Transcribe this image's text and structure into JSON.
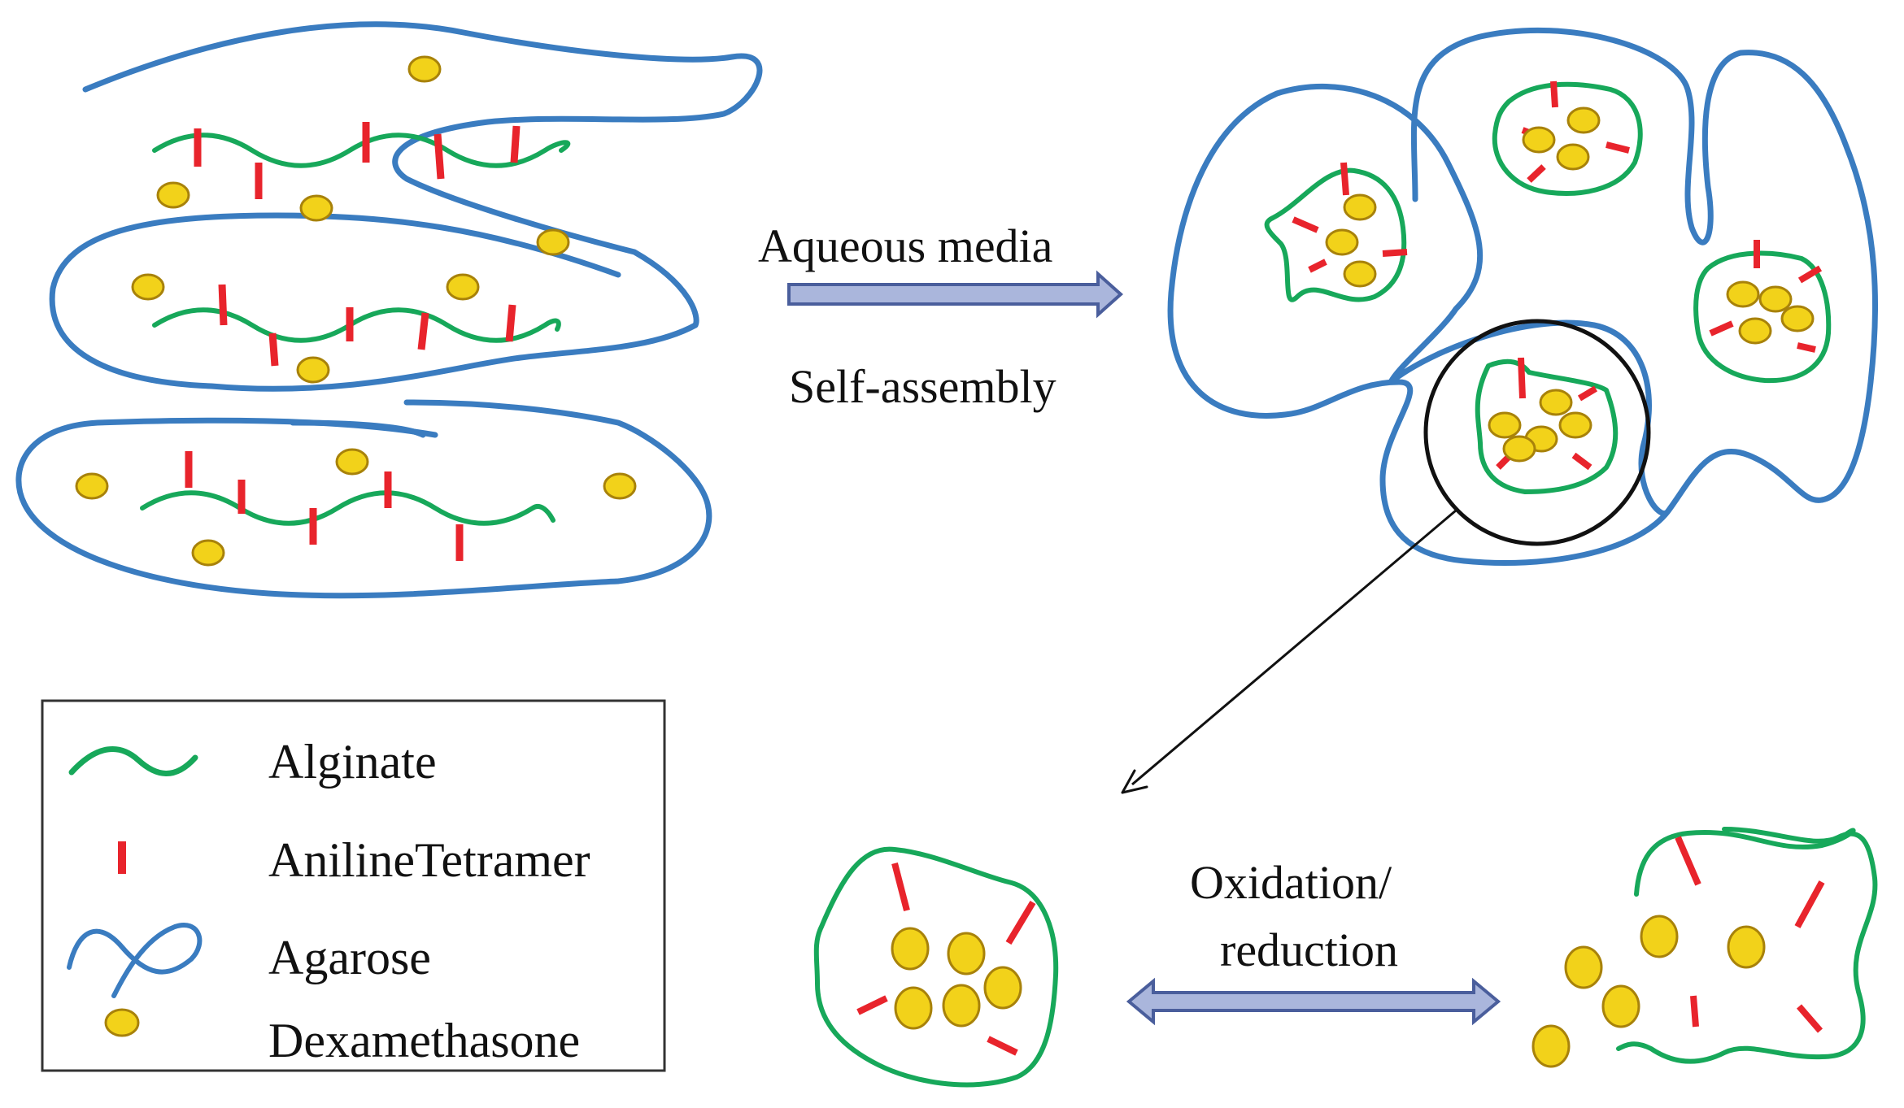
{
  "colors": {
    "alginate": "#17a85a",
    "aniline_tetramer": "#e8242c",
    "agarose": "#3a7cc0",
    "dexamethasone_fill": "#f2d21a",
    "dexamethasone_stroke": "#a8820a",
    "arrow_fill": "#aab6dc",
    "arrow_stroke": "#4a5e9c",
    "legend_border": "#333333"
  },
  "process": {
    "step1_label_top": "Aqueous media",
    "step1_label_bottom": "Self-assembly",
    "step2_label_top": "Oxidation/",
    "step2_label_bottom": "reduction"
  },
  "legend": {
    "items": [
      {
        "label": "Alginate",
        "icon": "alginate-wave-icon"
      },
      {
        "label": "AnilineTetramer",
        "icon": "aniline-tetramer-bar-icon"
      },
      {
        "label": "Agarose",
        "icon": "agarose-loop-icon"
      },
      {
        "label": "Dexamethasone",
        "icon": "dexamethasone-dot-icon"
      }
    ]
  }
}
